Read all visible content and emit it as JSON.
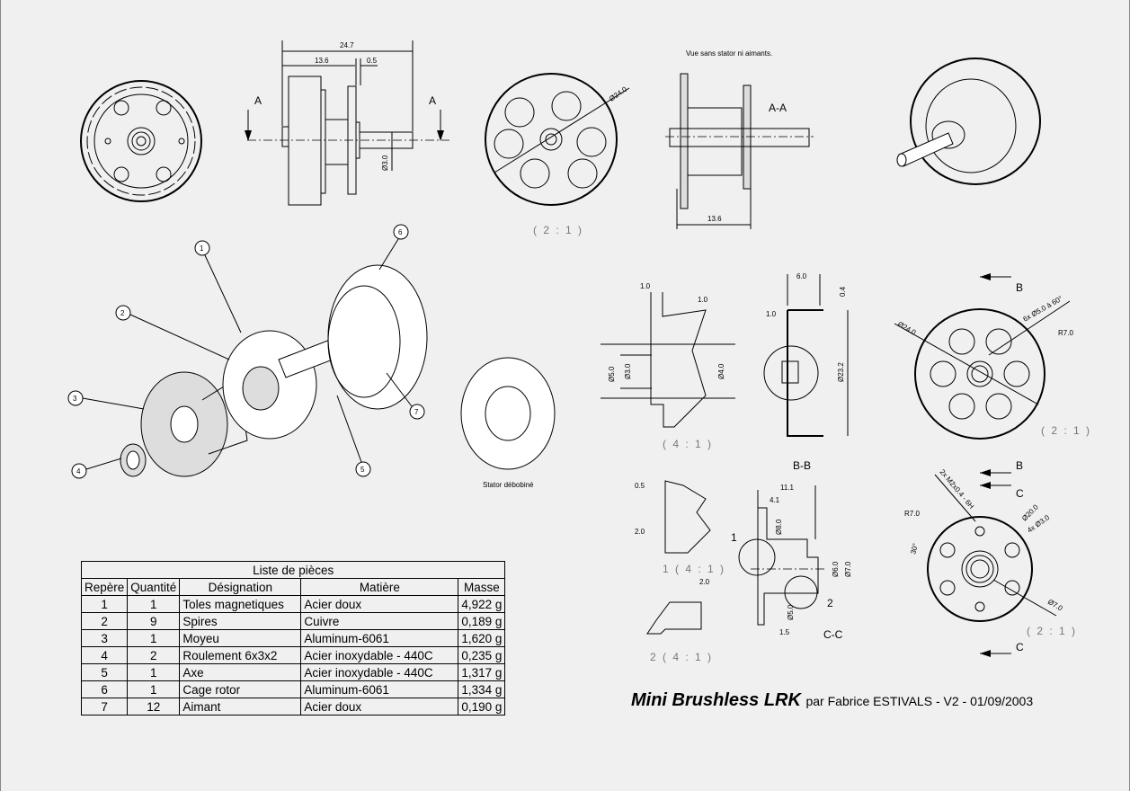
{
  "views": {
    "side": {
      "dim_total": "24.7",
      "dim_rotor": "13.6",
      "dim_gap": "0.5",
      "dim_shaft": "Ø3.0",
      "section_left": "A",
      "section_right": "A"
    },
    "front_scaled": {
      "dim_diam": "Ø24.0",
      "scale": "( 2 : 1 )"
    },
    "section_aa": {
      "note": "Vue sans stator ni aimants.",
      "label": "A-A",
      "dim_width": "13.6"
    },
    "exploded": {
      "balloons": [
        "1",
        "2",
        "3",
        "4",
        "5",
        "6",
        "7"
      ],
      "stator_caption": "Stator débobiné"
    },
    "detail_hub": {
      "dim_a": "1.0",
      "dim_b": "1.0",
      "dim_d5": "Ø5.0",
      "dim_d3": "Ø3.0",
      "dim_d4": "Ø4.0",
      "scale": "( 4 : 1 )"
    },
    "section_bb": {
      "dim_width": "6.0",
      "dim_wall": "1.0",
      "dim_top": "0.4",
      "dim_diam": "Ø23.2",
      "label": "B-B"
    },
    "rotor_face": {
      "section": "B",
      "dim_diam": "Ø24.0",
      "dim_holes": "6x Ø5.0 à 60°",
      "dim_radius": "R7.0",
      "scale": "( 2 : 1 )"
    },
    "detail_1": {
      "dim_a": "0.5",
      "dim_b": "2.0",
      "label": "1 ( 4 : 1 )"
    },
    "detail_2": {
      "dim_a": "2.0",
      "label": "2 ( 4 : 1 )"
    },
    "section_cc": {
      "dim_total": "11.1",
      "dim_hub": "4.1",
      "dim_d8": "Ø8.0",
      "dim_d6": "Ø6.0",
      "dim_d7": "Ø7.0",
      "dim_d5": "Ø5.0",
      "dim_flange": "1.5",
      "callout_1": "1",
      "callout_2": "2",
      "label": "C-C"
    },
    "hub_face": {
      "section_b": "B",
      "section_c": "C",
      "dim_thread": "2x M2x0.4 - 6H",
      "dim_radius": "R7.0",
      "dim_angle": "30°",
      "dim_d20": "Ø20.0",
      "dim_holes": "4x Ø3.0",
      "dim_d7": "Ø7.0",
      "scale": "( 2 : 1 )",
      "section_c_bottom": "C"
    }
  },
  "parts_list": {
    "title": "Liste de pièces",
    "headers": [
      "Repère",
      "Quantité",
      "Désignation",
      "Matière",
      "Masse"
    ],
    "rows": [
      [
        "1",
        "1",
        "Toles magnetiques",
        "Acier doux",
        "4,922 g"
      ],
      [
        "2",
        "9",
        "Spires",
        "Cuivre",
        "0,189 g"
      ],
      [
        "3",
        "1",
        "Moyeu",
        "Aluminum-6061",
        "1,620 g"
      ],
      [
        "4",
        "2",
        "Roulement 6x3x2",
        "Acier inoxydable - 440C",
        "0,235 g"
      ],
      [
        "5",
        "1",
        "Axe",
        "Acier inoxydable - 440C",
        "1,317 g"
      ],
      [
        "6",
        "1",
        "Cage rotor",
        "Aluminum-6061",
        "1,334 g"
      ],
      [
        "7",
        "12",
        "Aimant",
        "Acier doux",
        "0,190 g"
      ]
    ]
  },
  "title_block": {
    "title": "Mini Brushless LRK",
    "subtitle": "par Fabrice ESTIVALS - V2 - 01/09/2003"
  }
}
